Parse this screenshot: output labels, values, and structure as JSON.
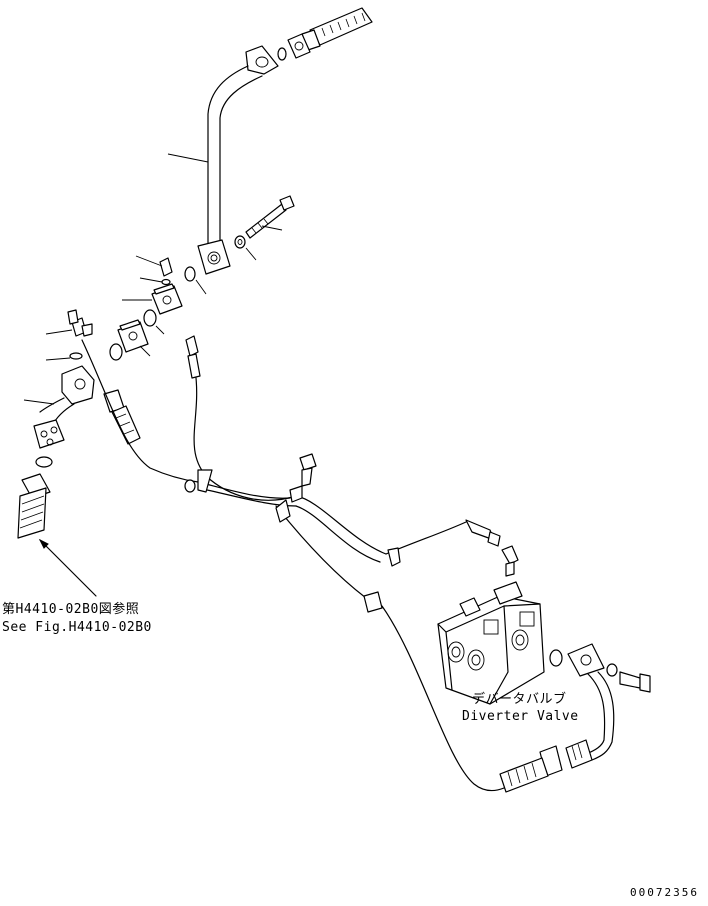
{
  "labels": {
    "reference_jp": "第H4410-02B0図参照",
    "reference_en": "See Fig.H4410-02B0",
    "valve_jp": "デバータバルブ",
    "valve_en": "Diverter Valve",
    "drawing_number": "00072356"
  },
  "parts": [
    "upper-hose",
    "split-flange",
    "o-ring",
    "pipe",
    "bolt",
    "washer",
    "fitting",
    "elbow-fitting",
    "pipe-clamp",
    "diverter-valve",
    "hose"
  ]
}
